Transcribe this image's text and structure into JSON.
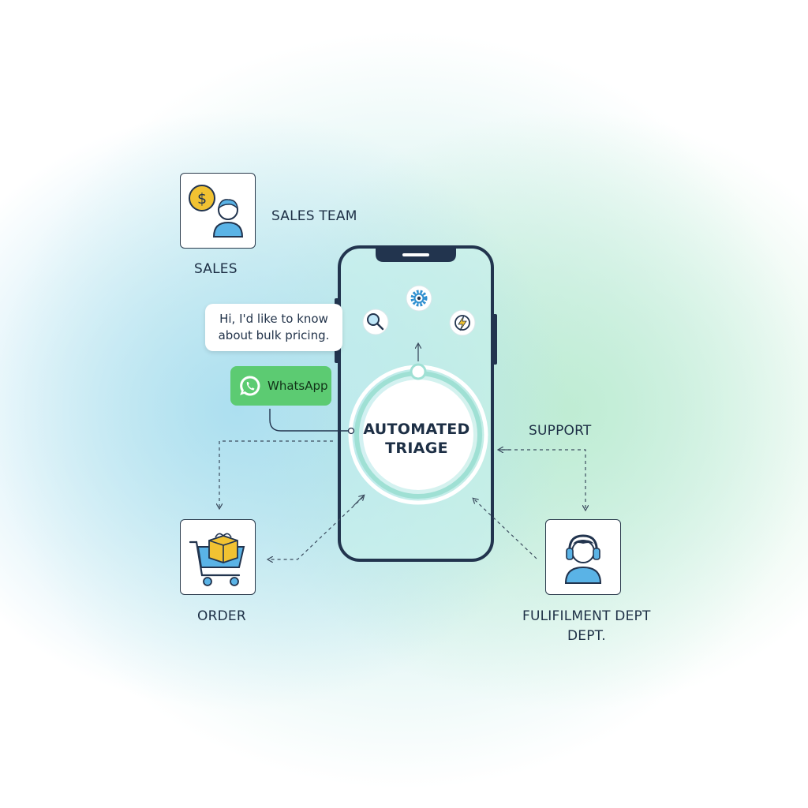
{
  "sales": {
    "title": "SALES TEAM",
    "label": "SALES"
  },
  "chat": {
    "line1": "Hi, I'd like to know",
    "line2": "about bulk pricing."
  },
  "whatsapp": {
    "label": "WhatsApp",
    "color": "#5ccb72"
  },
  "triage": {
    "line1": "AUTOMATED",
    "line2": "TRIAGE"
  },
  "support": {
    "label": "SUPPORT"
  },
  "order": {
    "label": "ORDER"
  },
  "fulfilment": {
    "line1": "FULIFILMENT DEPT",
    "line2": "DEPT."
  },
  "icons": [
    "dollar-coin-icon",
    "person-icon",
    "search-icon",
    "gear-icon",
    "lightning-icon",
    "shopping-cart-icon",
    "headset-agent-icon",
    "whatsapp-icon"
  ],
  "colors": {
    "navy": "#22344e",
    "accent_blue": "#4aa8dc",
    "coin": "#f1c232",
    "ring": "#9fe0d4"
  }
}
